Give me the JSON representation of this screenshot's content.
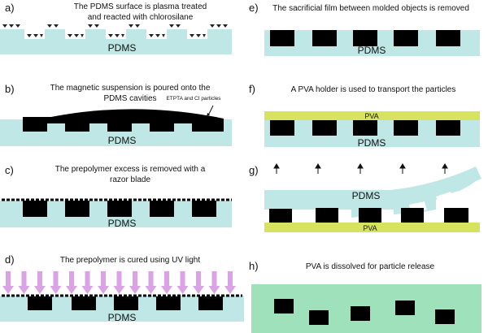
{
  "colors": {
    "pdms": "#bfe7e6",
    "pva_holder": "#d7e25e",
    "pva_dissolved": "#9fe1bb",
    "particle": "#000000",
    "uv_arrow": "#d9a3e6"
  },
  "panels": {
    "a": {
      "letter": "a)",
      "caption": "The PDMS surface is plasma treated and reacted with chlorosilane",
      "label": "PDMS"
    },
    "b": {
      "letter": "b)",
      "caption": "The magnetic suspension is poured onto the PDMS cavities",
      "label": "PDMS",
      "annotation": "ETPTA and CI particles"
    },
    "c": {
      "letter": "c)",
      "caption": "The prepolymer excess is removed with a razor blade",
      "label": "PDMS"
    },
    "d": {
      "letter": "d)",
      "caption": "The prepolymer is cured using UV light",
      "label": "PDMS"
    },
    "e": {
      "letter": "e)",
      "caption": "The sacrificial film between molded objects is removed",
      "label": "PDMS"
    },
    "f": {
      "letter": "f)",
      "caption": "A PVA holder is used to transport the particles",
      "label": "PDMS",
      "label2": "PVA"
    },
    "g": {
      "letter": "g)",
      "caption": "",
      "label": "PDMS",
      "label2": "PVA"
    },
    "h": {
      "letter": "h)",
      "caption": "PVA is dissolved for particle release",
      "label": ""
    }
  }
}
